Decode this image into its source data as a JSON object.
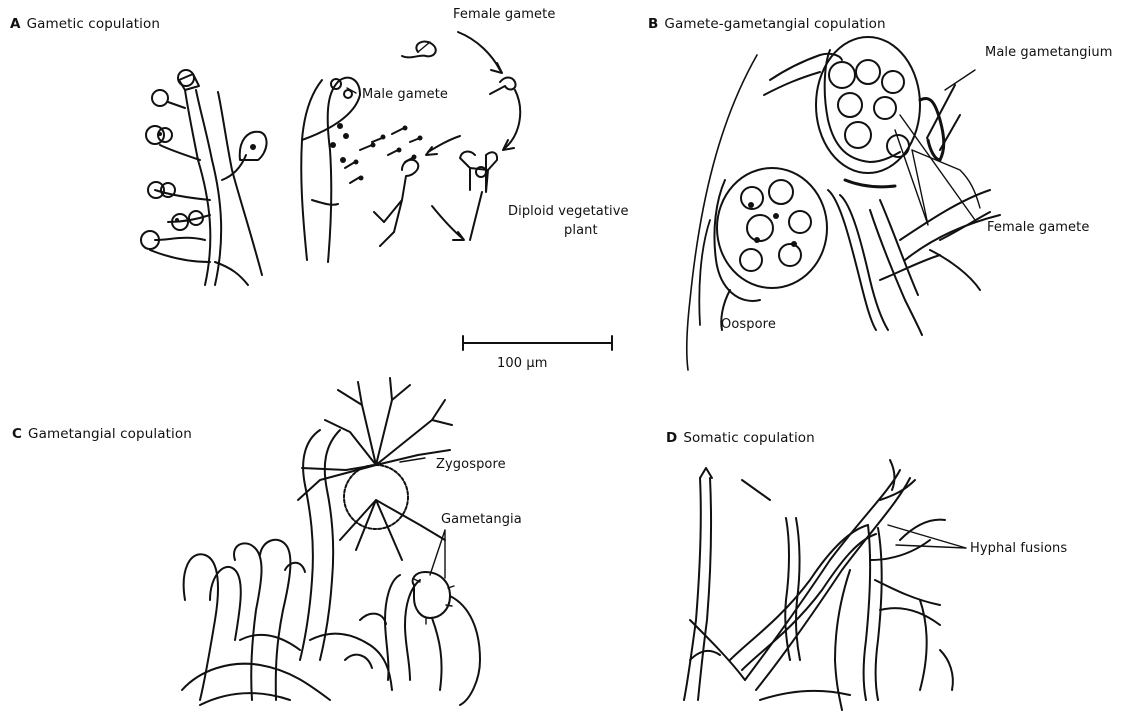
{
  "panels": {
    "a": {
      "letter": "A",
      "title": "Gametic copulation",
      "labels": {
        "female_gamete": "Female gamete",
        "male_gamete": "Male gamete",
        "diploid_line1": "Diploid vegetative",
        "diploid_line2": "plant"
      }
    },
    "b": {
      "letter": "B",
      "title": "Gamete-gametangial copulation",
      "labels": {
        "male_gametangium": "Male gametangium",
        "female_gamete": "Female gamete",
        "oospore": "Oospore"
      }
    },
    "c": {
      "letter": "C",
      "title": "Gametangial copulation",
      "labels": {
        "zygospore": "Zygospore",
        "gametangia": "Gametangia"
      }
    },
    "d": {
      "letter": "D",
      "title": "Somatic copulation",
      "labels": {
        "hyphal_fusions": "Hyphal fusions"
      }
    }
  },
  "scale_bar": {
    "label": "100 µm"
  }
}
